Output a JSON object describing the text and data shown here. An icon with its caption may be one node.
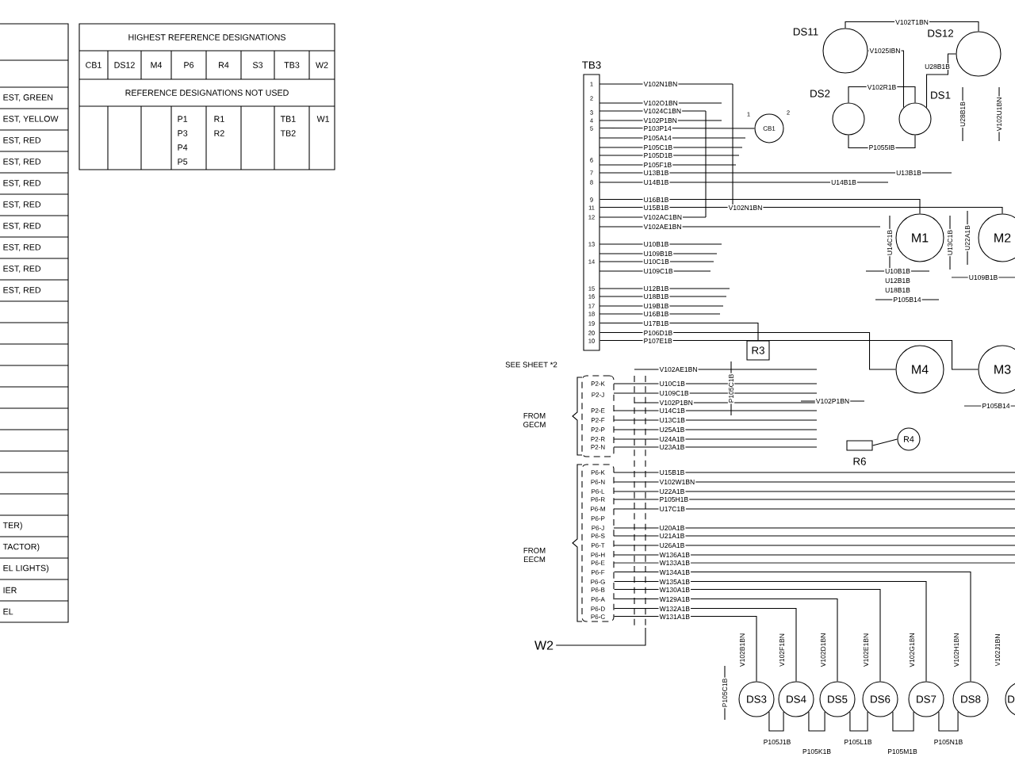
{
  "diagram": {
    "nodes": [
      {
        "text": [
          "TB3"
        ]
      },
      {
        "text": [
          "CB1"
        ]
      },
      {
        "text": [
          "DS11"
        ]
      },
      {
        "text": [
          "DS12"
        ]
      },
      {
        "text": [
          "DS2"
        ]
      },
      {
        "text": [
          "DS1"
        ]
      },
      {
        "text": [
          "M1"
        ]
      },
      {
        "text": [
          "M2"
        ]
      },
      {
        "text": [
          "R3"
        ]
      },
      {
        "text": [
          "M4"
        ]
      },
      {
        "text": [
          "M3"
        ]
      },
      {
        "text": [
          "R4"
        ]
      },
      {
        "text": [
          "R6"
        ]
      },
      {
        "text": [
          "P2-K",
          "P2-J",
          "P2-E",
          "P2-F",
          "P2-P",
          "P2-R",
          "P2-N"
        ]
      },
      {
        "text": [
          "P6-K",
          "P6-N",
          "P6-L",
          "P6-R",
          "P6-M",
          "P6-P",
          "P6-J",
          "P6-S",
          "P6-T",
          "P6-H",
          "P6-E",
          "P6-F",
          "P6-G",
          "P6-B",
          "P6-A",
          "P6-D",
          "P6-C"
        ]
      },
      {
        "text": [
          "DS3"
        ]
      },
      {
        "text": [
          "DS4"
        ]
      },
      {
        "text": [
          "DS5"
        ]
      },
      {
        "text": [
          "DS6"
        ]
      },
      {
        "text": [
          "DS7"
        ]
      },
      {
        "text": [
          "DS8"
        ]
      },
      {
        "text": [
          "D"
        ]
      },
      {
        "text": [
          "W2"
        ]
      }
    ],
    "edges": [
      {
        "from": 2,
        "to": 3,
        "arrow": "none",
        "label": "V102T1BN"
      },
      {
        "from": 2,
        "to": 5,
        "arrow": "none",
        "label": "V1025IBN"
      },
      {
        "from": 3,
        "to": 5,
        "arrow": "none",
        "label": "U28B1B"
      },
      {
        "from": 4,
        "to": 5,
        "arrow": "none",
        "label": "V102R1B"
      },
      {
        "from": 4,
        "to": 5,
        "arrow": "none",
        "label": "P1055IB"
      },
      {
        "from": 0,
        "to": 1,
        "arrow": "none",
        "label": "P103P14"
      },
      {
        "from": 0,
        "to": 6,
        "arrow": "none",
        "label": "U16B1B"
      },
      {
        "from": 0,
        "to": 7,
        "arrow": "none",
        "label": "U15B1B"
      },
      {
        "from": 0,
        "to": 8,
        "arrow": "none",
        "label": "U17B1B"
      },
      {
        "from": 0,
        "to": 9,
        "arrow": "none",
        "label": "P106D1B"
      },
      {
        "from": 0,
        "to": 10,
        "arrow": "none",
        "label": "P107E1B"
      },
      {
        "from": 12,
        "to": 11,
        "arrow": "none"
      },
      {
        "from": 14,
        "to": 15,
        "arrow": "none",
        "label": "W131A1B"
      },
      {
        "from": 14,
        "to": 16,
        "arrow": "none",
        "label": "W132A1B"
      },
      {
        "from": 14,
        "to": 17,
        "arrow": "none",
        "label": "W129A1B"
      },
      {
        "from": 14,
        "to": 18,
        "arrow": "none",
        "label": "W130A1B"
      },
      {
        "from": 14,
        "to": 19,
        "arrow": "none",
        "label": "W135A1B"
      },
      {
        "from": 14,
        "to": 20,
        "arrow": "none",
        "label": "W134A1B"
      },
      {
        "from": 15,
        "to": 16,
        "arrow": "none",
        "label": "P105J1B"
      },
      {
        "from": 16,
        "to": 17,
        "arrow": "none",
        "label": "P105K1B"
      },
      {
        "from": 17,
        "to": 18,
        "arrow": "none",
        "label": "P105L1B"
      },
      {
        "from": 18,
        "to": 19,
        "arrow": "none",
        "label": "P105M1B"
      },
      {
        "from": 19,
        "to": 20,
        "arrow": "none",
        "label": "P105N1B"
      },
      {
        "from": 22,
        "to": null,
        "arrow": "none"
      }
    ],
    "labels": [
      "EST, GREEN",
      "EST, YELLOW",
      "EST, RED",
      "EST, RED",
      "EST, RED",
      "EST, RED",
      "EST, RED",
      "EST, RED",
      "EST, RED",
      "EST, RED",
      "TER)",
      "TACTOR)",
      "EL LIGHTS)",
      "IER",
      "EL",
      "HIGHEST REFERENCE DESIGNATIONS",
      "CB1",
      "DS12",
      "M4",
      "P6",
      "R4",
      "S3",
      "TB3",
      "W2",
      "REFERENCE DESIGNATIONS NOT USED",
      "P1",
      "P3",
      "P4",
      "P5",
      "R1",
      "R2",
      "TB1",
      "TB2",
      "W1",
      "1",
      "2",
      "3",
      "4",
      "5",
      "6",
      "7",
      "8",
      "9",
      "11",
      "12",
      "13",
      "14",
      "15",
      "16",
      "17",
      "18",
      "19",
      "20",
      "10",
      "V102N1BN",
      "V102O1BN",
      "V1024C1BN",
      "V102P1BN",
      "P105A14",
      "P105C1B",
      "P105D1B",
      "P105F1B",
      "U13B1B",
      "U14B1B",
      "V102AC1BN",
      "V102AE1BN",
      "U10B1B",
      "U109B1B",
      "U10C1B",
      "U109C1B",
      "U12B1B",
      "U18B1B",
      "U19B1B",
      "U16B1B",
      "1",
      "2",
      "SEE SHEET *2",
      "FROM GECM",
      "FROM EECM",
      "V102AE1BN",
      "U10C1B",
      "U109C1B",
      "V102P1BN",
      "U14C1B",
      "U13C1B",
      "U25A1B",
      "U24A1B",
      "U23A1B",
      "U15B1B",
      "V102W1BN",
      "U22A1B",
      "P105H1B",
      "U17C1B",
      "U20A1B",
      "U21A1B",
      "U26A1B",
      "W136A1B",
      "W133A1B",
      "V102N1BN",
      "U13B1B",
      "U14B1B",
      "U14C1B",
      "U13C1B",
      "U22A1B",
      "U10B1B",
      "U109B1B",
      "U12B1B",
      "U18B1B",
      "P105B14",
      "V102P1BN",
      "P105B14",
      "U28B1B",
      "V102U1BN",
      "P105C1B",
      "P105C1B",
      "V102B1BN",
      "V102F1BN",
      "V102D1BN",
      "V102E1BN",
      "V102G1BN",
      "V102H1BN",
      "V102J1BN"
    ]
  }
}
